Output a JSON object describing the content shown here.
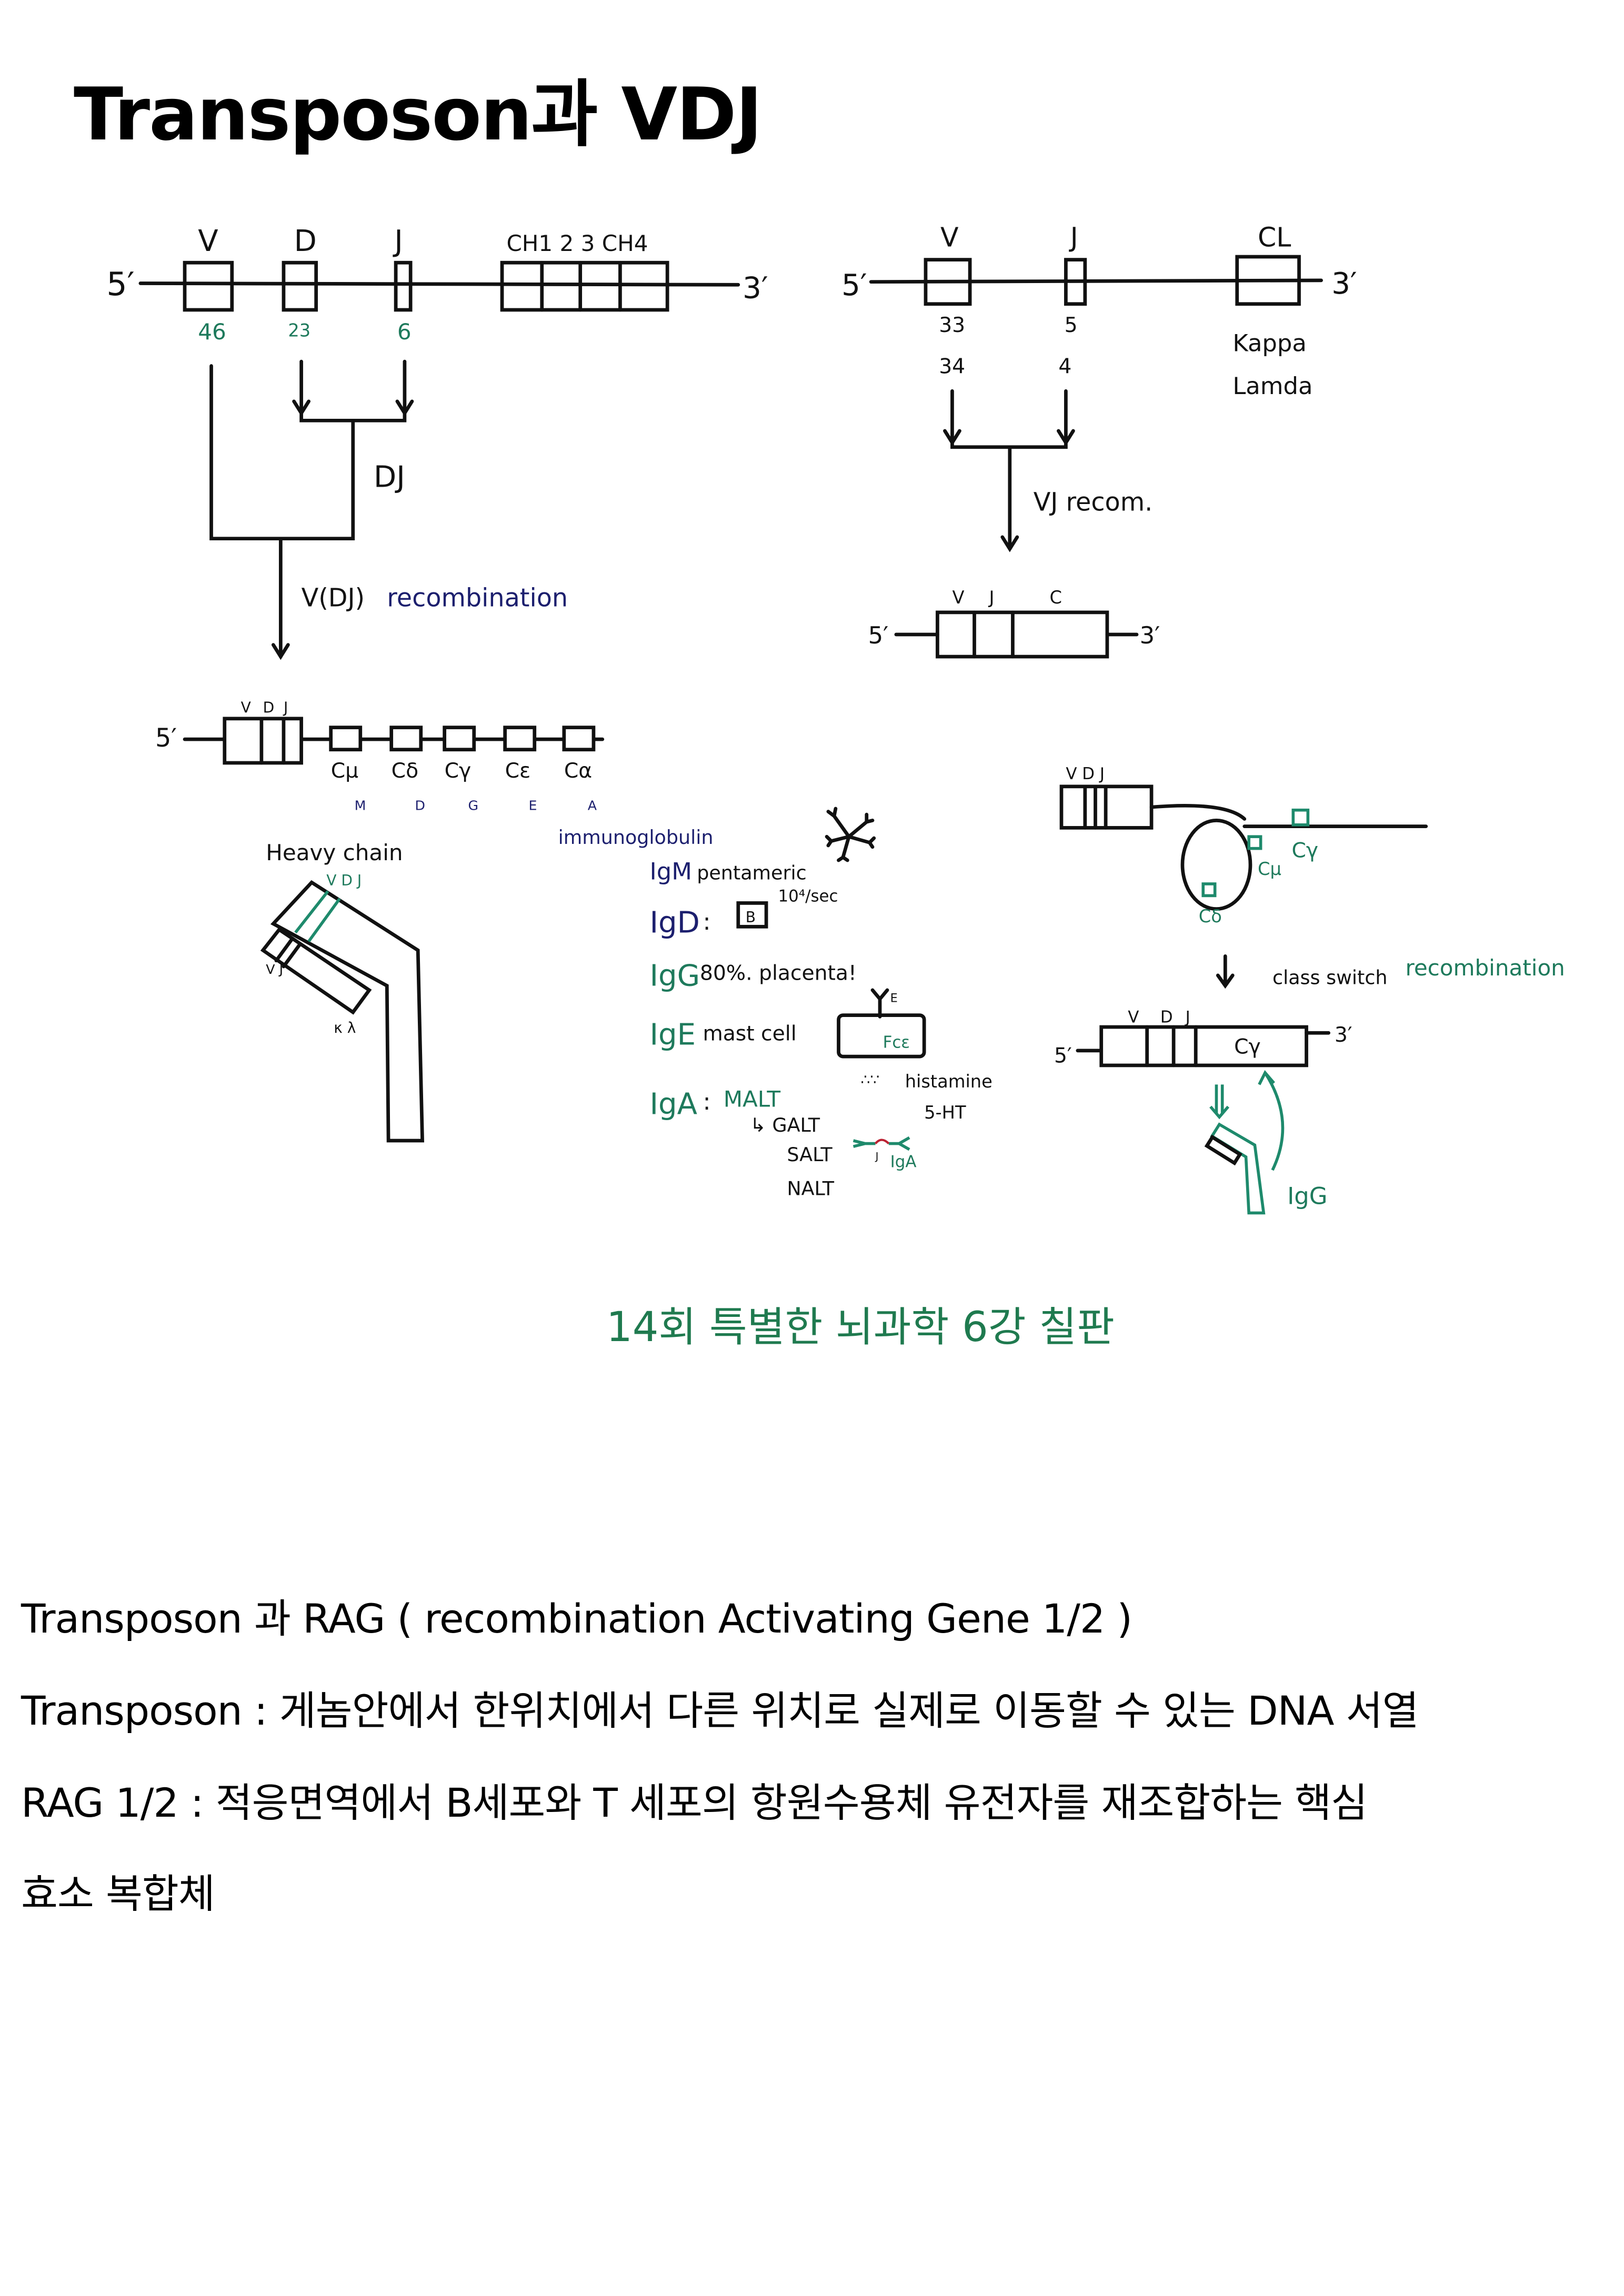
{
  "title": "Transposon과 VDJ",
  "board": {
    "heavy_locus": {
      "five": "5′",
      "three": "3′",
      "v": "V",
      "d": "D",
      "j": "J",
      "ch": "CH1  2  3  CH4",
      "v_count": "46",
      "d_count": "23",
      "j_count": "6",
      "dj_label": "DJ",
      "vdj_label_a": "V(DJ)",
      "vdj_label_b": "recombination"
    },
    "light_locus": {
      "five": "5′",
      "three": "3′",
      "v": "V",
      "j": "J",
      "cl": "CL",
      "v_kappa": "33",
      "j_kappa": "5",
      "v_lambda": "34",
      "j_lambda": "4",
      "kappa": "Kappa",
      "lambda": "Lamda",
      "vj_label": "VJ recom.",
      "result_v": "V",
      "result_j": "J",
      "result_c": "C"
    },
    "rearranged": {
      "five": "5′",
      "v": "V",
      "d": "D",
      "j": "J",
      "constants": [
        {
          "gene": "Cμ",
          "isotype": "M"
        },
        {
          "gene": "Cδ",
          "isotype": "D"
        },
        {
          "gene": "Cγ",
          "isotype": "G"
        },
        {
          "gene": "Cε",
          "isotype": "E"
        },
        {
          "gene": "Cα",
          "isotype": "A"
        }
      ]
    },
    "heavy_chain": {
      "label": "Heavy chain",
      "vdj": "V D J",
      "light_vj": "V J",
      "kappa_lambda": "κ λ"
    },
    "immunoglobulin": {
      "heading": "immunoglobulin",
      "igm": {
        "name": "IgM",
        "desc": "pentameric"
      },
      "igd": {
        "name": "IgD",
        "cell": "B",
        "rate": "10⁴/sec"
      },
      "igg": {
        "name": "IgG",
        "desc": "80%. placenta!"
      },
      "ige": {
        "name": "IgE",
        "desc": "mast cell",
        "receptor": "Fcε",
        "histamine": "histamine",
        "serotonin": "5-HT",
        "small_e": "E"
      },
      "iga": {
        "name": "IgA",
        "desc": "MALT",
        "subtypes": [
          "↳ GALT",
          "SALT",
          "NALT"
        ],
        "dimer_label": "IgA",
        "j_chain": "J"
      }
    },
    "class_switch": {
      "vdj": "V D J",
      "c_gamma": "Cγ",
      "c_mu": "Cμ",
      "c_delta": "Cδ",
      "label_a": "class switch",
      "label_b": "recombination",
      "five": "5′",
      "three": "3′",
      "v": "V",
      "d": "D",
      "j": "J",
      "box_c": "Cγ",
      "result": "IgG"
    }
  },
  "caption": "14회 특별한 뇌과학 6강 칠판",
  "body_lines": [
    "Transposon 과 RAG ( recombination Activating Gene 1/2 )",
    "Transposon : 게놈안에서 한위치에서 다른 위치로 실제로 이동할 수 있는 DNA 서열",
    "RAG 1/2 : 적응면역에서 B세포와 T 세포의 항원수용체 유전자를 재조합하는 핵심",
    "효소 복합체"
  ],
  "colors": {
    "ink": "#111111",
    "navy": "#1c1f6e",
    "green": "#1e7a5c",
    "caption": "#1f7a4f"
  }
}
